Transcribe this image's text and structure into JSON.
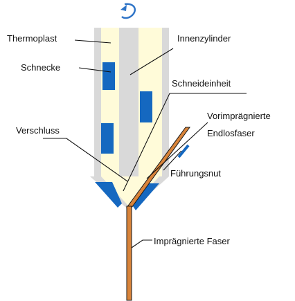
{
  "labels": {
    "thermoplast": "Thermoplast",
    "innenzylinder": "Innenzylinder",
    "schnecke": "Schnecke",
    "schneideinheit": "Schneideinheit",
    "vorimpraegnierte_line1": "Vorimprägnierte",
    "vorimpraegnierte_line2": "Endlosfaser",
    "verschluss": "Verschluss",
    "fuehrungsnut": "Führungsnut",
    "impraegnierte_faser": "Imprägnierte Faser"
  },
  "colors": {
    "thermoplast_fill": "#fffbd9",
    "cylinder_wall": "#d9d9d9",
    "screw_blade": "#1568c0",
    "fiber_fill": "#d9843a",
    "fiber_outline": "#1a1a1a",
    "rotation_arrow": "#2f74c7"
  },
  "icons": {
    "rotation": "rotation-arrow-icon"
  }
}
